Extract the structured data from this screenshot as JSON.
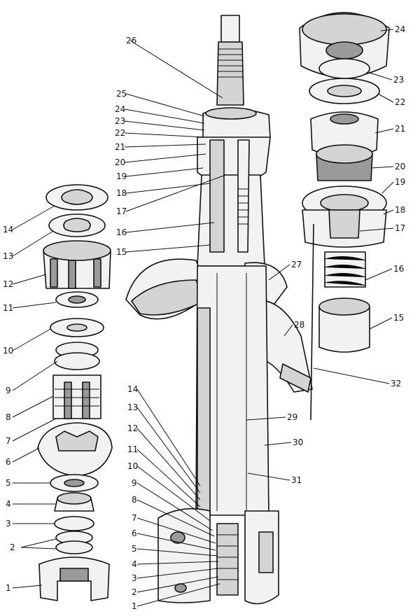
{
  "labels": {
    "left": [
      "14",
      "13",
      "12",
      "11",
      "10",
      "9",
      "8",
      "7",
      "6",
      "5",
      "4",
      "3",
      "2",
      "1"
    ],
    "strut_top": [
      "26",
      "25",
      "24",
      "23",
      "22",
      "21",
      "20",
      "19",
      "18",
      "17",
      "16",
      "15"
    ],
    "strut_bottom": [
      "14",
      "13",
      "12",
      "11",
      "10",
      "9",
      "8",
      "7",
      "6",
      "5",
      "4",
      "3",
      "2",
      "1"
    ],
    "right": [
      "24",
      "23",
      "22",
      "21",
      "20",
      "19",
      "18",
      "17",
      "16",
      "15"
    ],
    "middle_right": [
      "27",
      "28",
      "32",
      "29",
      "30",
      "31"
    ]
  }
}
